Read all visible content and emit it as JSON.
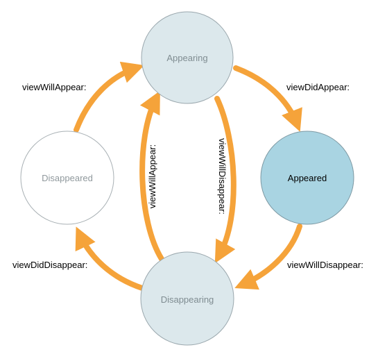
{
  "colors": {
    "arrow": "#F5A33A",
    "circle_light_fill": "#DCE8EC",
    "circle_active_fill": "#A9D4E2",
    "circle_outline": "#9AA7AD",
    "text_muted": "#7F8C91",
    "text_dark": "#000000"
  },
  "states": {
    "appearing": "Appearing",
    "appeared": "Appeared",
    "disappearing": "Disappearing",
    "disappeared": "Disappeared"
  },
  "transitions": {
    "appearing_to_appeared": "viewDidAppear:",
    "appeared_to_disappearing": "viewWillDisappear:",
    "disappearing_to_disappeared": "viewDidDisappear:",
    "disappeared_to_appearing": "viewWillAppear:",
    "disappearing_to_appearing": "viewWillAppear:",
    "appearing_to_disappearing": "viewWillDisappear:"
  }
}
